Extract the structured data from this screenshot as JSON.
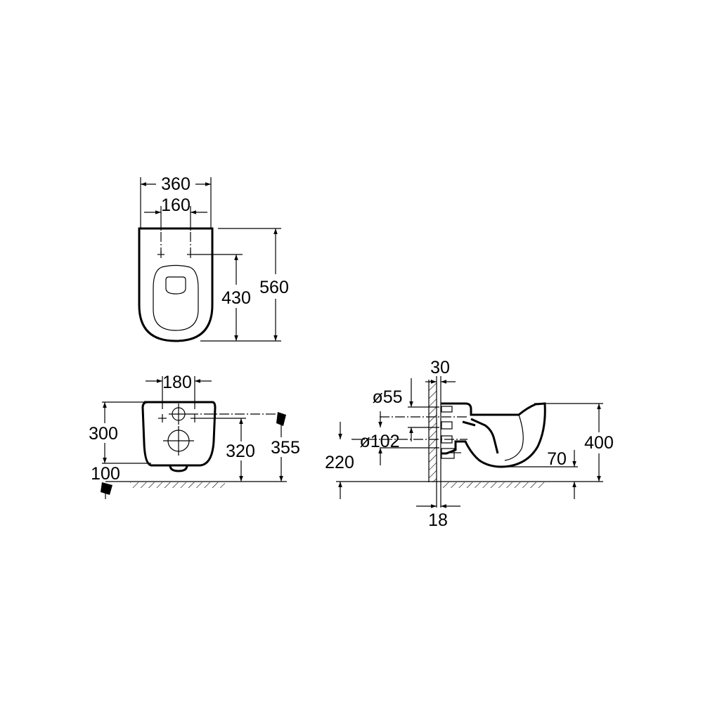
{
  "top_view": {
    "width": "360",
    "bolt_spacing": "160",
    "length": "560",
    "bolt_to_front": "430"
  },
  "front_view": {
    "bolt_spacing": "180",
    "height": "300",
    "bottom_offset": "100",
    "bolt_height": "320",
    "inlet_height": "355"
  },
  "side_view": {
    "wall_thickness": "30",
    "inlet_diameter": "ø55",
    "outlet_diameter": "ø102",
    "outlet_height": "220",
    "rim_height": "400",
    "bottom_height": "70",
    "frame_depth": "18"
  }
}
